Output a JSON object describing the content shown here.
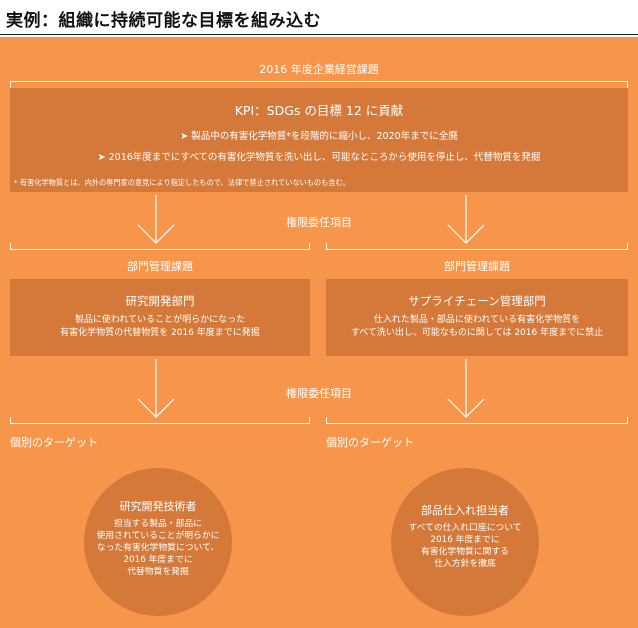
{
  "title": "実例：組織に持続可能な目標を組み込む",
  "top_label": "2016 年度企業経営課題",
  "kpi": {
    "title": "KPI：SDGs の目標 12 に貢献",
    "bullet_1": "➤ 製品中の有害化学物質*を段階的に縮小し、2020年までに全廃",
    "bullet_2": "➤ 2016年度までにすべての有害化学物質を洗い出し、可能なところから使用を停止し、代替物質を発掘",
    "footnote": "* 有害化学物質とは、内外の専門家の意見により指定したもので、法律で禁止されていないものも含む。"
  },
  "delegation_label_1": "権限委任項目",
  "delegation_label_2": "権限委任項目",
  "dept_label_left": "部門管理課題",
  "dept_label_right": "部門管理課題",
  "rnd_box": {
    "title": "研究開発部門",
    "line_1": "製品に使われていることが明らかになった",
    "line_2": "有害化学物質の代替物質を 2016 年度までに発掘"
  },
  "supply_box": {
    "title": "サプライチェーン管理部門",
    "line_1": "仕入れた製品・部品に使われている有害化学物質を",
    "line_2": "すべて洗い出し、可能なものに関しては 2016 年度までに禁止"
  },
  "target_label_left": "個別のターゲット",
  "target_label_right": "個別のターゲット",
  "circle_left": {
    "title": "研究開発技術者",
    "line_1": "担当する製品・部品に",
    "line_2": "使用されていることが明らかに",
    "line_3": "なった有害化学物質について、",
    "line_4": "2016 年度までに",
    "line_5": "代替物質を発掘"
  },
  "circle_right": {
    "title": "部品仕入れ担当者",
    "line_1": "すべての仕入れ口座について",
    "line_2": "2016 年度までに",
    "line_3": "有害化学物質に関する",
    "line_4": "仕入方針を徹底"
  },
  "colors": {
    "background": "#F7964A",
    "box": "#D4793A",
    "text": "#FFFFFF"
  }
}
